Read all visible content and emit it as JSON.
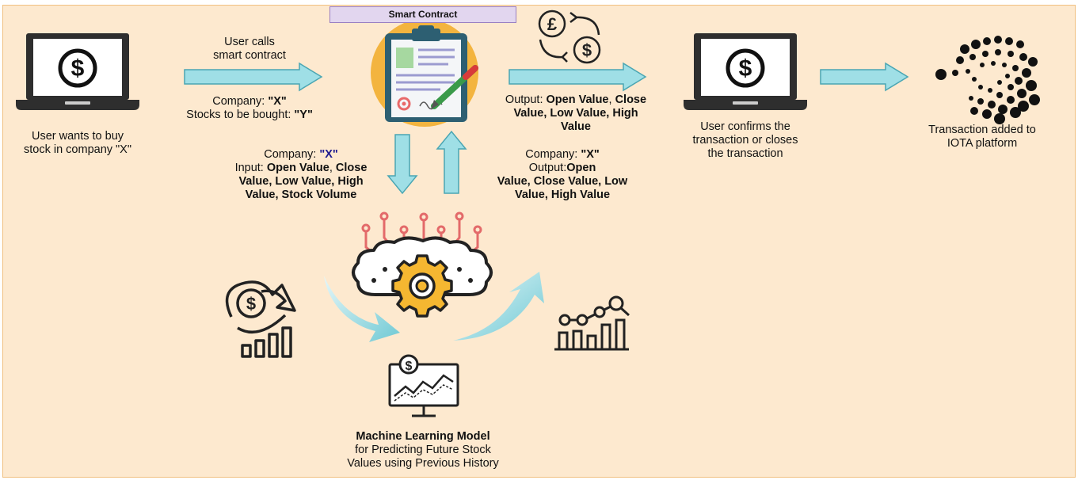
{
  "smart_contract": {
    "title": "Smart Contract"
  },
  "user_buy": {
    "line1": "User wants to buy",
    "line2": "stock in company \"X\""
  },
  "calls": {
    "line1": "User calls",
    "line2": "smart contract"
  },
  "req": {
    "company_prefix": "Company: ",
    "company_value": "\"X\"",
    "stocks_prefix": "Stocks to be bought: ",
    "stocks_value": "\"Y\""
  },
  "output_top": {
    "prefix": "Output: ",
    "l1b1": "Open Value",
    "sep": ", ",
    "l1b2": "Close",
    "l2": "Value, Low Value, High",
    "l3": "Value"
  },
  "confirm": {
    "line1": "User confirms the",
    "line2": "transaction or closes",
    "line3": "the transaction"
  },
  "iota": {
    "line1": "Transaction added to",
    "line2": "IOTA platform"
  },
  "ml_input": {
    "company_prefix": "Company: ",
    "company_value": "\"X\"",
    "input_prefix": "Input: ",
    "l2b1": "Open Value",
    "sep": ", ",
    "l2b2": "Close",
    "l3": "Value, Low Value, High",
    "l4": "Value, Stock Volume"
  },
  "ml_output": {
    "company_prefix": "Company: ",
    "company_value": "\"X\"",
    "output_prefix": "Output:",
    "l2b": "Open",
    "l3": "Value, Close Value, Low",
    "l4": "Value, High Value"
  },
  "ml_model": {
    "title": "Machine Learning Model",
    "line2": "for Predicting Future Stock",
    "line3": "Values using Previous History"
  },
  "icons": {
    "laptop": "laptop-dollar-icon",
    "contract": "contract-clipboard-icon",
    "exchange": "currency-exchange-icon",
    "iota": "iota-logo-icon",
    "brain": "brain-gear-icon",
    "growth": "dollar-growth-icon",
    "analytics": "chart-analytics-icon",
    "monitor": "monitor-chart-icon"
  },
  "colors": {
    "background": "#fde9cf",
    "arrow": "#9fdfe6",
    "arrow_stroke": "#4aa6b3",
    "title_box": "#e2d6ef",
    "accent_navy": "#1d1a8f"
  }
}
